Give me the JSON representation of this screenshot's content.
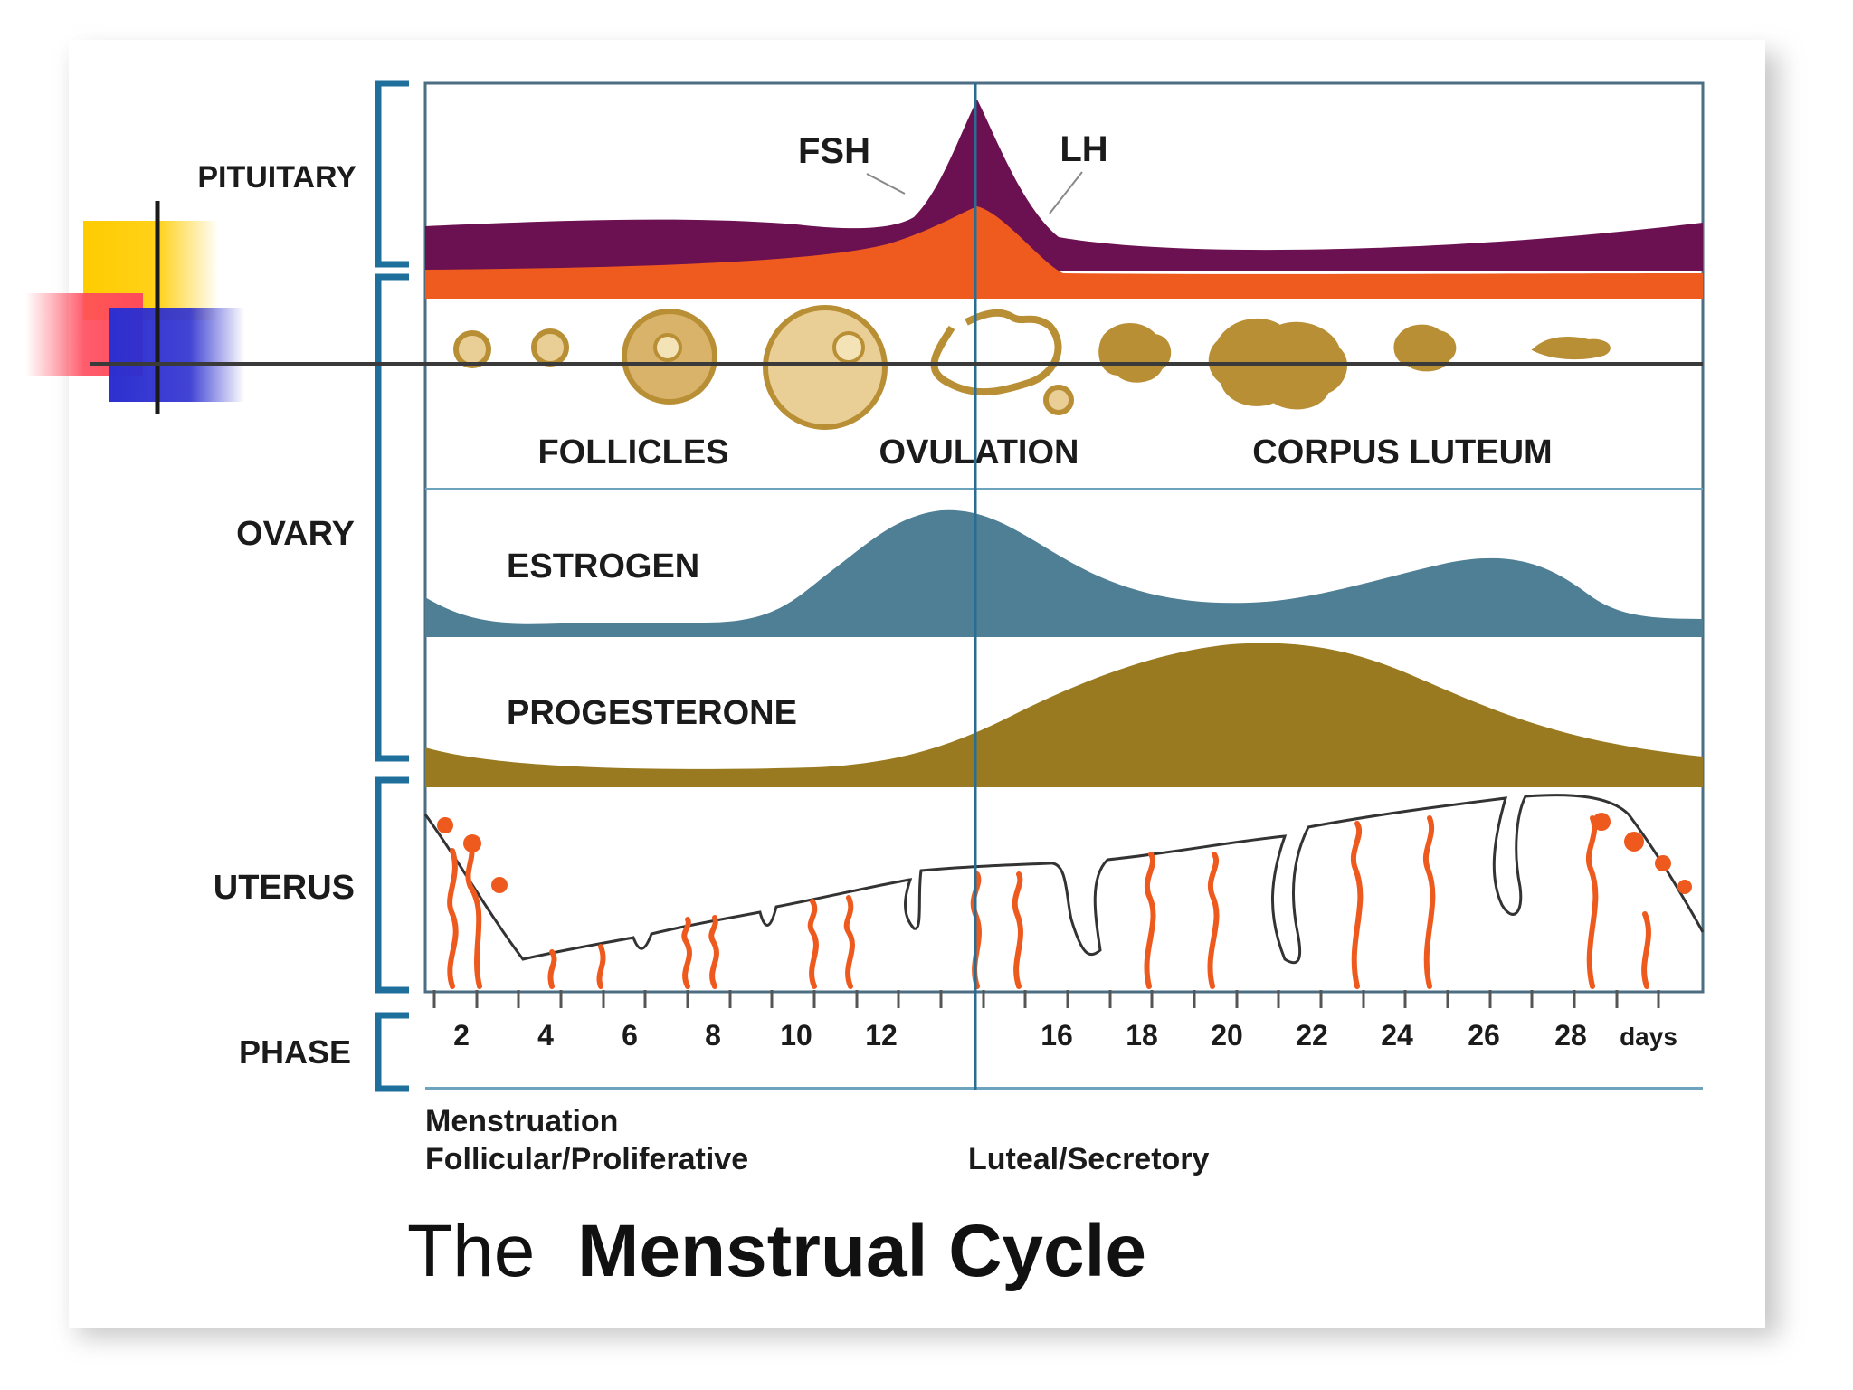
{
  "sections": {
    "pituitary": "PITUITARY",
    "ovary": "OVARY",
    "uterus": "UTERUS",
    "phase": "PHASE"
  },
  "hormones": {
    "fsh": "FSH",
    "lh": "LH",
    "estrogen": "ESTROGEN",
    "progesterone": "PROGESTERONE"
  },
  "ovary_stages": {
    "follicles": "FOLLICLES",
    "ovulation": "OVULATION",
    "corpus_luteum": "CORPUS LUTEUM"
  },
  "day_ticks": [
    "2",
    "4",
    "6",
    "8",
    "10",
    "12",
    "16",
    "18",
    "20",
    "22",
    "24",
    "26",
    "28"
  ],
  "day_unit": "days",
  "phase_labels": {
    "menstruation": "Menstruation",
    "follicular": "Follicular/Proliferative",
    "luteal": "Luteal/Secretory"
  },
  "title": {
    "light": "The",
    "bold": "Menstrual Cycle"
  },
  "colors": {
    "lh_band": "#6b1050",
    "fsh_band": "#ef5a1e",
    "estrogen": "#4e7f95",
    "progesterone": "#9a7a20",
    "follicle": "#c9a24a",
    "bracket": "#1f6f9c",
    "vessels": "#ee5a1e",
    "deco_yellow": "#ffcc00",
    "deco_red": "#ff5a6a",
    "deco_blue": "#2d2fd0"
  }
}
